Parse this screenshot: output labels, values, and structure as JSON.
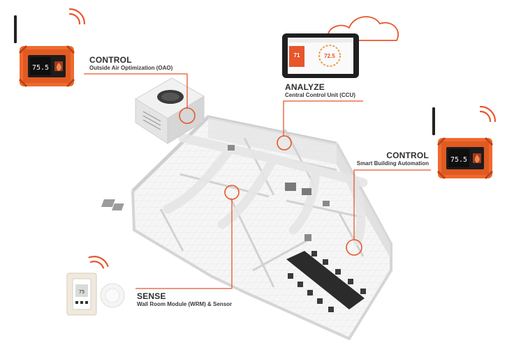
{
  "labels": {
    "oao": {
      "title": "CONTROL",
      "subtitle": "Outside Air Optimization (OAO)"
    },
    "ccu": {
      "title": "ANALYZE",
      "subtitle": "Central Control Unit (CCU)"
    },
    "sba": {
      "title": "CONTROL",
      "subtitle": "Smart Building Automation"
    },
    "wrm": {
      "title": "SENSE",
      "subtitle": "Wall Room Module (WRM) & Sensor"
    }
  },
  "devices": {
    "controller_reading": "75.5",
    "tablet_reading_left": "71",
    "tablet_reading_center": "72.5",
    "wrm_reading": "75"
  },
  "colors": {
    "accent": "#e8562b",
    "device_orange": "#ef6a2f",
    "floor": "#f3f3f3",
    "wall": "#d9d9d9",
    "table": "#2b2b2b",
    "text": "#2e2e2e"
  },
  "icons": [
    "wifi-signal-icon",
    "cloud-icon",
    "flame-icon"
  ]
}
